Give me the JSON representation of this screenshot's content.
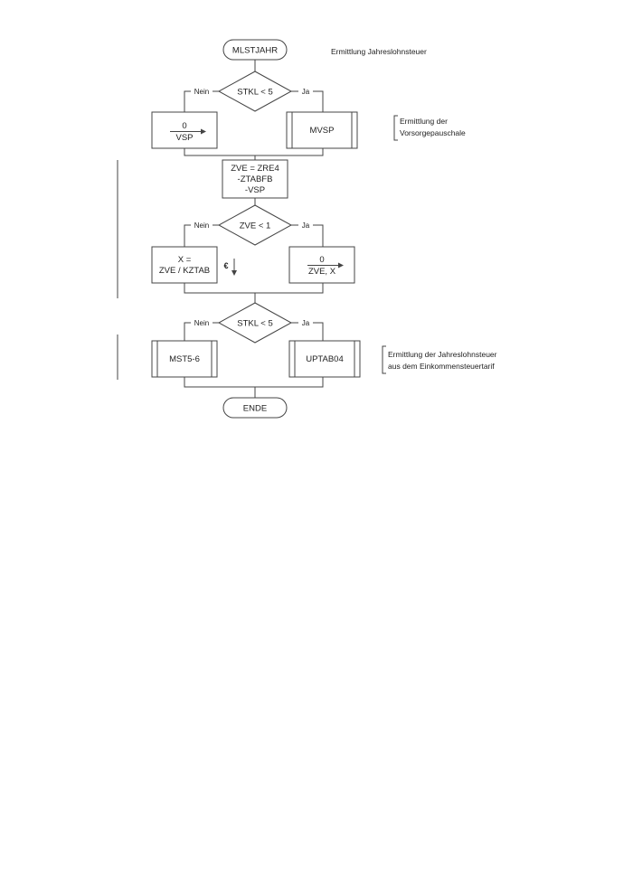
{
  "diagram": {
    "start": "MLSTJAHR",
    "title": "Ermittlung Jahreslohnsteuer",
    "decision1": {
      "cond": "STKL < 5",
      "no": "Nein",
      "yes": "Ja"
    },
    "box_vsp": {
      "top": "0",
      "bottom": "VSP"
    },
    "mvsp": "MVSP",
    "note1": [
      "Ermittlung der",
      "Vorsorgepauschale"
    ],
    "zve_calc": [
      "ZVE = ZRE4",
      "-ZTABFB",
      "-VSP"
    ],
    "decision2": {
      "cond": "ZVE < 1",
      "no": "Nein",
      "yes": "Ja"
    },
    "x_calc": [
      "X =",
      "ZVE / KZTAB"
    ],
    "euro": "€",
    "zero_box": {
      "top": "0",
      "bottom": "ZVE, X"
    },
    "decision3": {
      "cond": "STKL < 5",
      "no": "Nein",
      "yes": "Ja"
    },
    "mst56": "MST5-6",
    "uptab": "UPTAB04",
    "note2": [
      "Ermittlung der Jahreslohnsteuer",
      "aus dem Einkommensteuertarif"
    ],
    "end": "ENDE"
  }
}
